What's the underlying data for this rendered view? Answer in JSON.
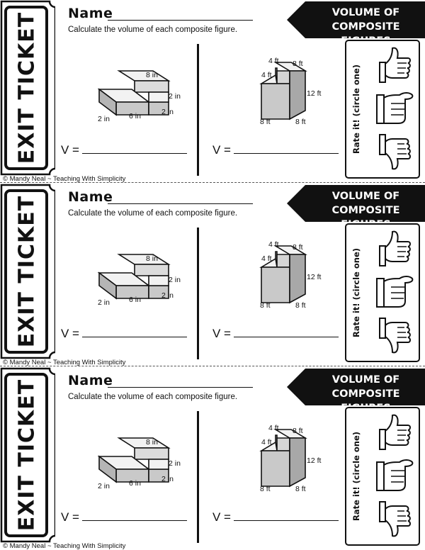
{
  "tickets": [
    {
      "stub_label": "EXIT TICKET",
      "name_label": "Name",
      "instructions": "Calculate the volume of each composite figure.",
      "banner": {
        "line1": "VOLUME OF",
        "line2": "COMPOSITE FIGURES"
      },
      "figure_left": {
        "dims": [
          "8 in",
          "2 in",
          "2 in",
          "6 in",
          "2 in"
        ]
      },
      "figure_right": {
        "dims": [
          "4 ft",
          "8 ft",
          "4 ft",
          "12 ft",
          "8 ft",
          "8 ft"
        ]
      },
      "answer_prefix": "V =",
      "rate_label": "Rate it! (circle one)",
      "copyright": "© Mandy Neal ~ Teaching With Simplicity"
    },
    {
      "stub_label": "EXIT TICKET",
      "name_label": "Name",
      "instructions": "Calculate the volume of each composite figure.",
      "banner": {
        "line1": "VOLUME OF",
        "line2": "COMPOSITE FIGURES"
      },
      "figure_left": {
        "dims": [
          "8 in",
          "2 in",
          "2 in",
          "6 in",
          "2 in"
        ]
      },
      "figure_right": {
        "dims": [
          "4 ft",
          "8 ft",
          "4 ft",
          "12 ft",
          "8 ft",
          "8 ft"
        ]
      },
      "answer_prefix": "V =",
      "rate_label": "Rate it! (circle one)",
      "copyright": "© Mandy Neal ~ Teaching With Simplicity"
    },
    {
      "stub_label": "EXIT TICKET",
      "name_label": "Name",
      "instructions": "Calculate the volume of each composite figure.",
      "banner": {
        "line1": "VOLUME OF",
        "line2": "COMPOSITE FIGURES"
      },
      "figure_left": {
        "dims": [
          "8 in",
          "2 in",
          "2 in",
          "6 in",
          "2 in"
        ]
      },
      "figure_right": {
        "dims": [
          "4 ft",
          "8 ft",
          "4 ft",
          "12 ft",
          "8 ft",
          "8 ft"
        ]
      },
      "answer_prefix": "V =",
      "rate_label": "Rate it! (circle one)",
      "copyright": "© Mandy Neal ~ Teaching With Simplicity"
    }
  ],
  "icons": {
    "rating": [
      "thumbs-up-icon",
      "thumbs-sideways-icon",
      "thumbs-down-icon"
    ]
  }
}
